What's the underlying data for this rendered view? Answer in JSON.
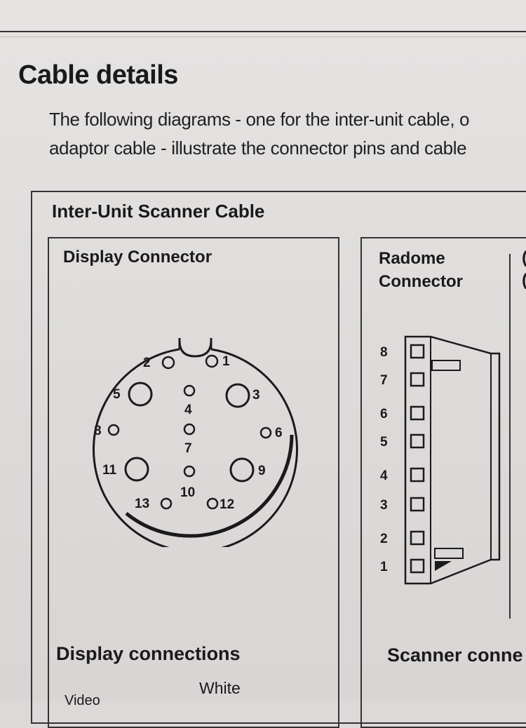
{
  "heading": "Cable details",
  "intro_lines": [
    "The following diagrams - one for the inter-unit cable, o",
    "adaptor cable - illustrate the connector pins and cable"
  ],
  "box_title": "Inter-Unit Scanner Cable",
  "display_panel": {
    "title": "Display Connector",
    "connections_title": "Display connections",
    "wire_color": "White",
    "wire_signal": "Video"
  },
  "radome_panel": {
    "title_line1": "Radome",
    "title_line2": "Connector",
    "connections_title": "Scanner conne",
    "stub_line1": "(",
    "stub_line2": "("
  },
  "display_pins": [
    "1",
    "2",
    "3",
    "4",
    "5",
    "6",
    "7",
    "8",
    "9",
    "10",
    "11",
    "12",
    "13"
  ],
  "radome_pins": [
    "8",
    "7",
    "6",
    "5",
    "4",
    "3",
    "2",
    "1"
  ],
  "colors": {
    "ink": "#1a1a1a",
    "paper": "#e2e0df",
    "rule": "#333333"
  }
}
